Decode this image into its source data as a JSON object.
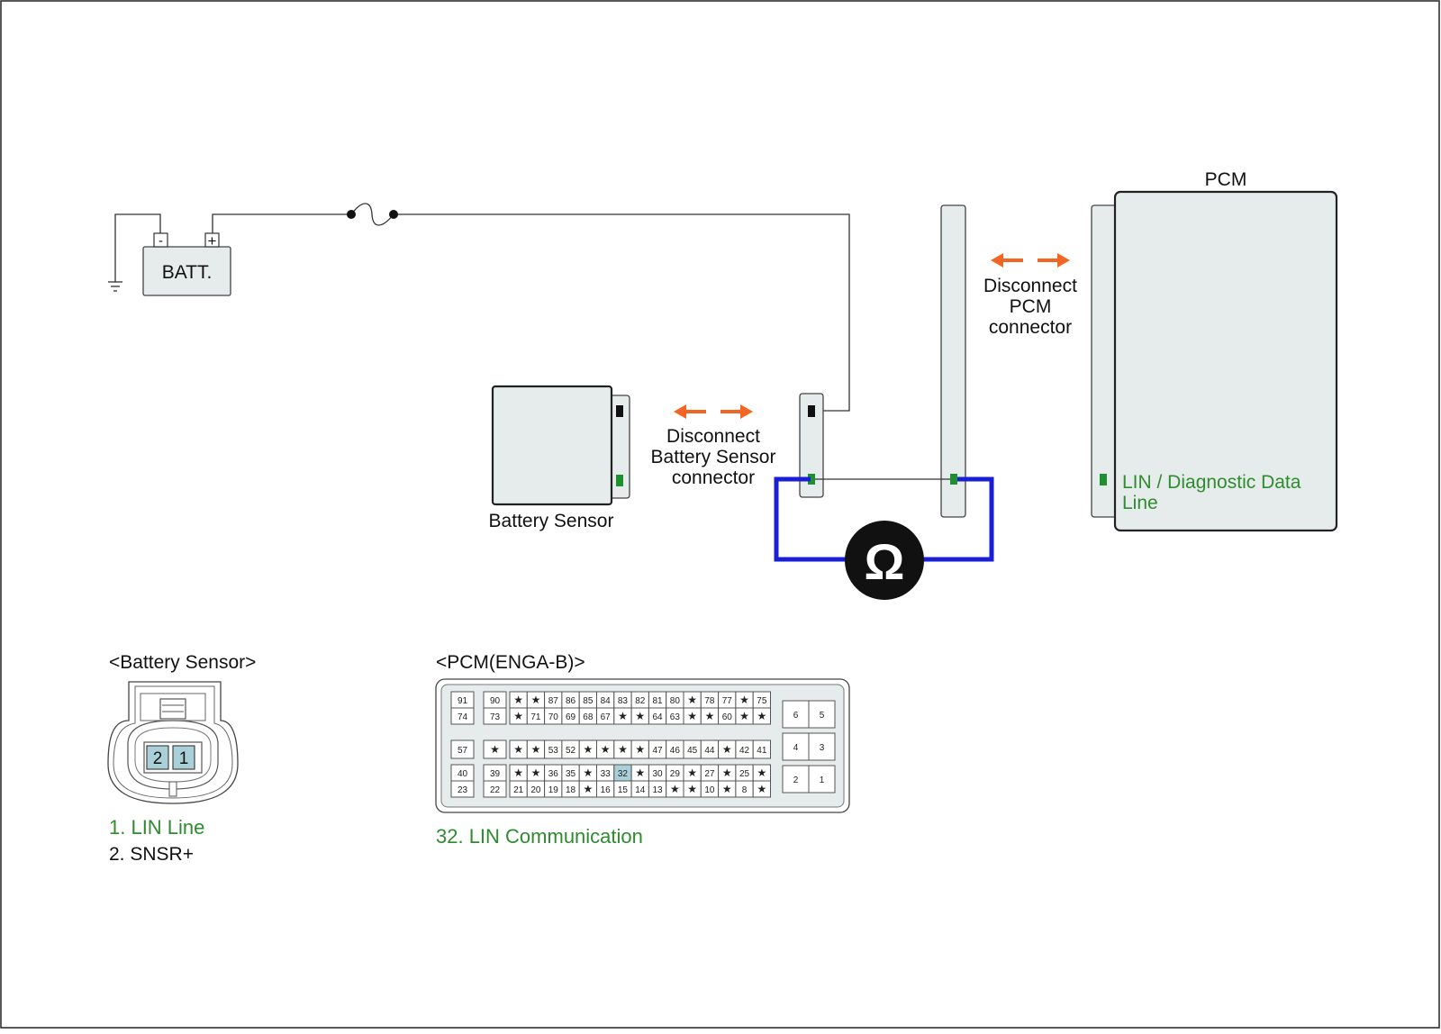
{
  "colors": {
    "wire": "#333333",
    "meter_loop": "#1a1fd6",
    "arrow": "#f26522",
    "green_text": "#2e8b2e",
    "pin_green": "#1f8f2f",
    "pin_black": "#111111",
    "component_fill": "#e6ecec",
    "highlight_pin": "#a9cfd8"
  },
  "schematic": {
    "battery_label": "BATT.",
    "battery_minus": "-",
    "battery_plus": "+",
    "pcm_title": "PCM",
    "pcm_pin_label_line1": "LIN / Diagnostic Data",
    "pcm_pin_label_line2": "Line",
    "pcm_disconnect": [
      "Disconnect",
      "PCM",
      "connector"
    ],
    "sensor_disconnect": [
      "Disconnect",
      "Battery Sensor",
      "connector"
    ],
    "battery_sensor_label": "Battery Sensor",
    "ohmmeter_symbol": "Ω",
    "icons": [
      "ground-icon",
      "fuse-icon",
      "ohmmeter-icon",
      "double-arrow-icon"
    ]
  },
  "sensor_connector": {
    "title": "<Battery Sensor>",
    "pins": [
      "2",
      "1"
    ],
    "legend": [
      {
        "text": "1. LIN Line",
        "color": "#2e8b2e"
      },
      {
        "text": "2. SNSR+",
        "color": "#111111"
      }
    ]
  },
  "pcm_connector": {
    "title": "<PCM(ENGA-B)>",
    "left_column": [
      [
        "91",
        "74"
      ],
      [
        "57"
      ],
      [
        "40",
        "23"
      ]
    ],
    "second_column": [
      [
        "90",
        "73"
      ],
      [
        "★"
      ],
      [
        "39",
        "22"
      ]
    ],
    "grid_rows": [
      [
        "★",
        "★",
        "87",
        "86",
        "85",
        "84",
        "83",
        "82",
        "81",
        "80",
        "★",
        "78",
        "77",
        "★",
        "75"
      ],
      [
        "★",
        "71",
        "70",
        "69",
        "68",
        "67",
        "★",
        "★",
        "64",
        "63",
        "★",
        "★",
        "60",
        "★",
        "★"
      ],
      [
        "★",
        "★",
        "53",
        "52",
        "★",
        "★",
        "★",
        "★",
        "47",
        "46",
        "45",
        "44",
        "★",
        "42",
        "41"
      ],
      [
        "★",
        "★",
        "36",
        "35",
        "★",
        "33",
        "32",
        "★",
        "30",
        "29",
        "★",
        "27",
        "★",
        "25",
        "★"
      ],
      [
        "21",
        "20",
        "19",
        "18",
        "★",
        "16",
        "15",
        "14",
        "13",
        "★",
        "★",
        "10",
        "★",
        "8",
        "★"
      ]
    ],
    "right_block": [
      [
        "6",
        "5"
      ],
      [
        "4",
        "3"
      ],
      [
        "2",
        "1"
      ]
    ],
    "highlight": "32",
    "legend": "32. LIN Communication"
  }
}
